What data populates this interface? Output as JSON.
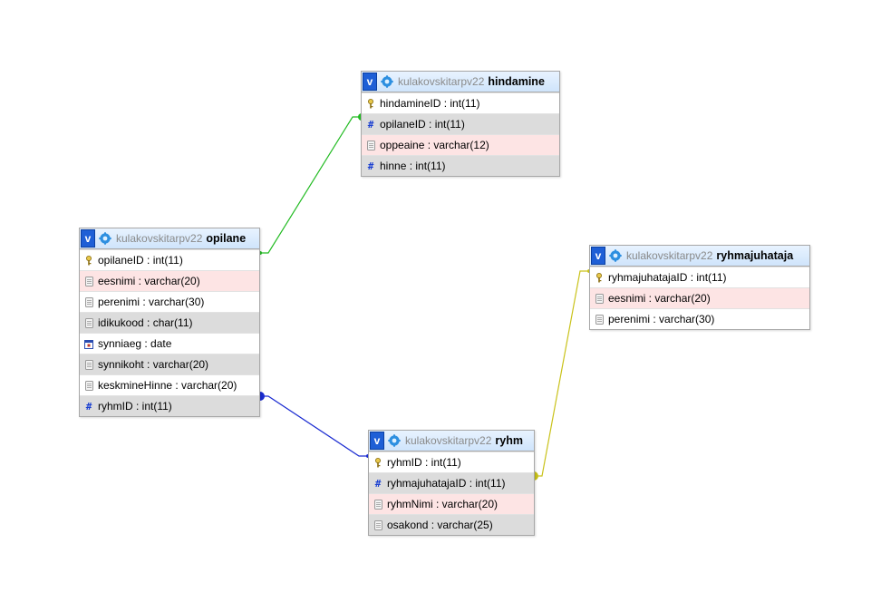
{
  "diagram": {
    "db": "kulakovskitarpv22",
    "toggle": "v",
    "tables": [
      {
        "id": "hindamine",
        "name": "hindamine",
        "columns": [
          {
            "text": "hindamineID : int(11)",
            "icon": "primary-key-icon",
            "bg": "plain"
          },
          {
            "text": "opilaneID : int(11)",
            "icon": "numeric-hash-icon",
            "bg": "grey"
          },
          {
            "text": "oppeaine : varchar(12)",
            "icon": "text-column-icon",
            "bg": "pink"
          },
          {
            "text": "hinne : int(11)",
            "icon": "numeric-hash-icon",
            "bg": "grey"
          }
        ]
      },
      {
        "id": "opilane",
        "name": "opilane",
        "columns": [
          {
            "text": "opilaneID : int(11)",
            "icon": "primary-key-icon",
            "bg": "plain"
          },
          {
            "text": "eesnimi : varchar(20)",
            "icon": "text-column-icon",
            "bg": "pink"
          },
          {
            "text": "perenimi : varchar(30)",
            "icon": "text-column-icon",
            "bg": "plain"
          },
          {
            "text": "idikukood : char(11)",
            "icon": "text-column-icon",
            "bg": "grey"
          },
          {
            "text": "synniaeg : date",
            "icon": "calendar-icon",
            "bg": "plain"
          },
          {
            "text": "synnikoht : varchar(20)",
            "icon": "text-column-icon",
            "bg": "grey"
          },
          {
            "text": "keskmineHinne : varchar(20)",
            "icon": "text-column-icon",
            "bg": "plain"
          },
          {
            "text": "ryhmID : int(11)",
            "icon": "numeric-hash-icon",
            "bg": "grey"
          }
        ]
      },
      {
        "id": "ryhmajuhataja",
        "name": "ryhmajuhataja",
        "columns": [
          {
            "text": "ryhmajuhatajaID : int(11)",
            "icon": "primary-key-icon",
            "bg": "plain"
          },
          {
            "text": "eesnimi : varchar(20)",
            "icon": "text-column-icon",
            "bg": "pink"
          },
          {
            "text": "perenimi : varchar(30)",
            "icon": "text-column-icon",
            "bg": "plain"
          }
        ]
      },
      {
        "id": "ryhm",
        "name": "ryhm",
        "columns": [
          {
            "text": "ryhmID : int(11)",
            "icon": "primary-key-icon",
            "bg": "plain"
          },
          {
            "text": "ryhmajuhatajaID : int(11)",
            "icon": "numeric-hash-icon",
            "bg": "grey"
          },
          {
            "text": "ryhmNimi : varchar(20)",
            "icon": "text-column-icon",
            "bg": "pink"
          },
          {
            "text": "osakond : varchar(25)",
            "icon": "text-column-icon",
            "bg": "grey"
          }
        ]
      }
    ],
    "relations": [
      {
        "from": "opilane.opilaneID",
        "to": "hindamine.opilaneID",
        "color": "#22bb22"
      },
      {
        "from": "opilane.ryhmID",
        "to": "ryhm.ryhmID",
        "color": "#1a2bd1"
      },
      {
        "from": "ryhm.ryhmajuhatajaID",
        "to": "ryhmajuhataja.ryhmajuhatajaID",
        "color": "#c9c21a"
      }
    ]
  }
}
